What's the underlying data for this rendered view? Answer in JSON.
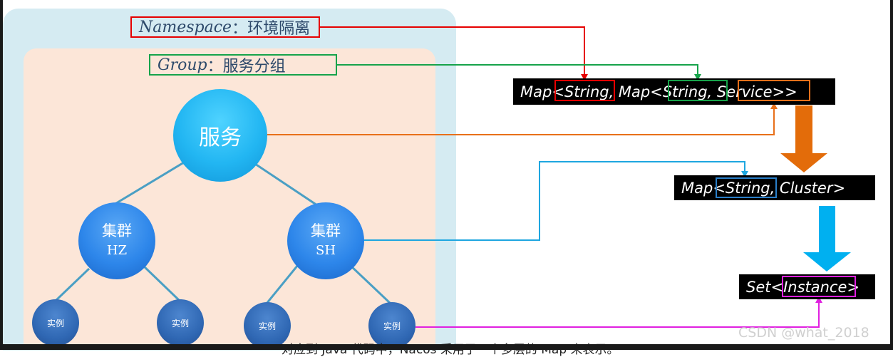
{
  "namespace_caption": {
    "latin": "Namespace",
    "sep": "：",
    "cjk": "环境隔离"
  },
  "group_caption": {
    "latin": "Group",
    "sep": "：",
    "cjk": "服务分组"
  },
  "nodes": {
    "service": "服务",
    "cluster_hz": {
      "name": "集群",
      "code": "HZ"
    },
    "cluster_sh": {
      "name": "集群",
      "code": "SH"
    },
    "instance": "实例"
  },
  "code": {
    "map_service": "Map<String, Map<String, Service>>",
    "map_cluster": "Map<String, Cluster>",
    "set_instance": "Set<Instance>"
  },
  "below_text": "对应到 Java 代码中，Nacos 采用了一个多层的 Map 来表示。",
  "watermark": "CSDN @what_2018",
  "colors": {
    "namespace": "#e60000",
    "group": "#16a34a",
    "service": "#e8701a",
    "cluster": "#2a7fc9",
    "instance": "#e020e0",
    "arrow_orange": "#e36c0a",
    "arrow_cyan": "#00b0f0"
  }
}
